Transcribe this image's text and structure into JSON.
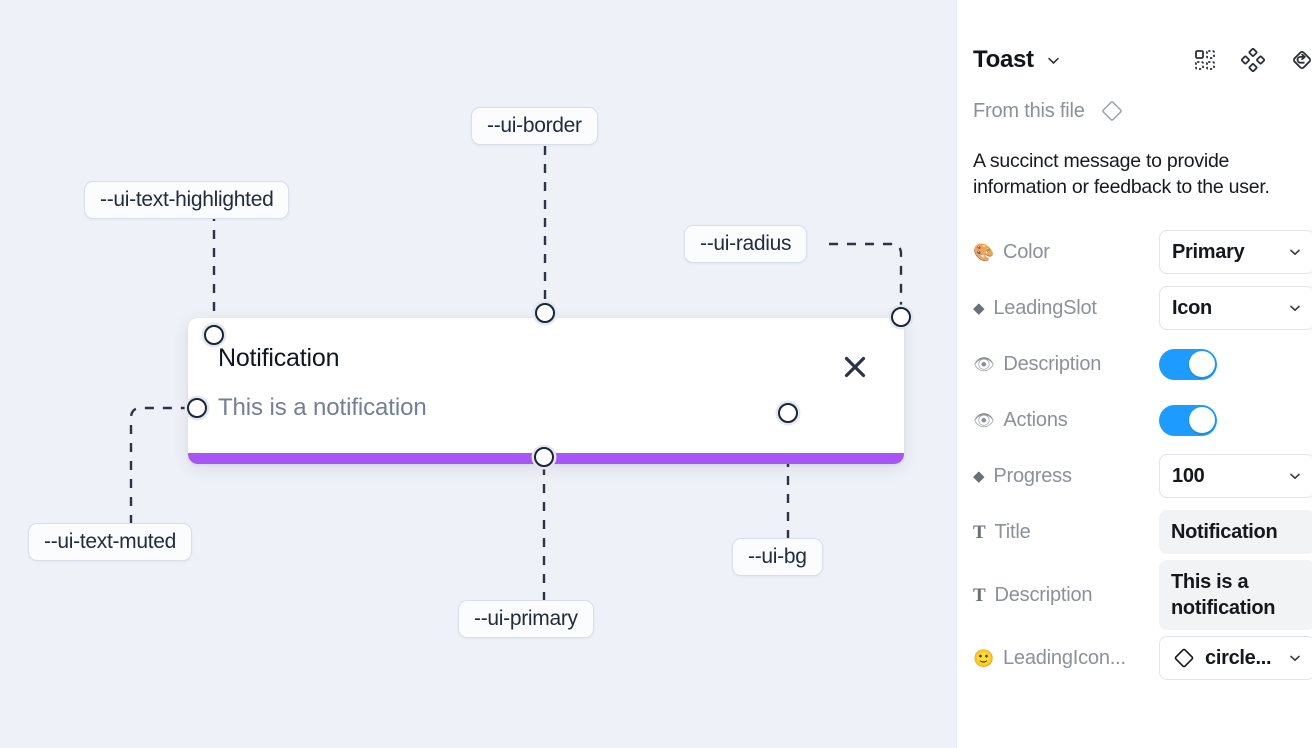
{
  "canvas": {
    "background_color": "#eef1f7",
    "toast": {
      "title": "Notification",
      "description": "This is a notification",
      "close_icon": "close-x-icon",
      "progress_color": "#a855f7",
      "background_color": "#ffffff"
    },
    "annotations": [
      {
        "id": "ui-border",
        "label": "--ui-border"
      },
      {
        "id": "ui-text-highlighted",
        "label": "--ui-text-highlighted"
      },
      {
        "id": "ui-radius",
        "label": "--ui-radius"
      },
      {
        "id": "ui-text-muted",
        "label": "--ui-text-muted"
      },
      {
        "id": "ui-primary",
        "label": "--ui-primary"
      },
      {
        "id": "ui-bg",
        "label": "--ui-bg"
      }
    ]
  },
  "panel": {
    "title": "Toast",
    "title_chevron_icon": "chevron-down-icon",
    "header_icons": [
      {
        "name": "component-grid-icon"
      },
      {
        "name": "component-set-icon"
      },
      {
        "name": "reset-instance-icon"
      }
    ],
    "from_file": {
      "label": "From this file",
      "icon": "diamond-component-icon"
    },
    "description": "A succinct message to provide information or feedback to the user.",
    "properties": [
      {
        "label": "Color",
        "icon": "palette-emoji",
        "icon_glyph": "🎨",
        "icon_kind": "emoji",
        "control": "select",
        "value": "Primary"
      },
      {
        "label": "LeadingSlot",
        "icon": "diamond-icon",
        "icon_glyph": "◆",
        "icon_kind": "diamond",
        "control": "select",
        "value": "Icon"
      },
      {
        "label": "Description",
        "icon": "eye-emoji",
        "icon_glyph": "👁",
        "icon_kind": "emoji",
        "control": "switch",
        "value": "on"
      },
      {
        "label": "Actions",
        "icon": "eye-emoji",
        "icon_glyph": "👁",
        "icon_kind": "emoji",
        "control": "switch",
        "value": "on"
      },
      {
        "label": "Progress",
        "icon": "diamond-icon",
        "icon_glyph": "◆",
        "icon_kind": "diamond",
        "control": "select",
        "value": "100"
      },
      {
        "label": "Title",
        "icon": "text-type-icon",
        "icon_glyph": "T",
        "icon_kind": "tglyph",
        "control": "textbox",
        "value": "Notification"
      },
      {
        "label": "Description",
        "icon": "text-type-icon",
        "icon_glyph": "T",
        "icon_kind": "tglyph",
        "control": "textbox",
        "value": "This is a notification"
      },
      {
        "label": "LeadingIcon...",
        "icon": "smiley-emoji",
        "icon_glyph": "🙂",
        "icon_kind": "emoji",
        "control": "select-instance",
        "value": "circle..."
      }
    ],
    "switch_on_color": "#1e9bff"
  }
}
